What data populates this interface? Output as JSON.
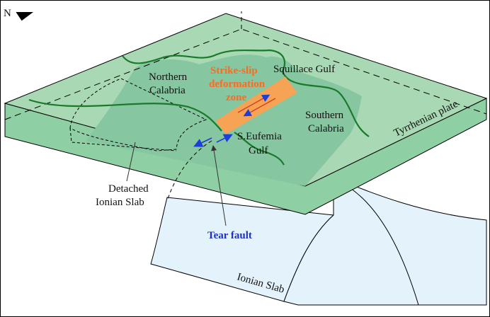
{
  "north_label": "N",
  "labels": {
    "northern_calabria": [
      "Northern",
      "Calabria"
    ],
    "squillace_gulf": "Squillace Gulf",
    "strike_slip": [
      "Strike-slip",
      "deformation",
      "zone"
    ],
    "southern_calabria": [
      "Southern",
      "Calabria"
    ],
    "s_eufemia": [
      "S.Eufemia",
      "Gulf"
    ],
    "tyrrhenian_plate": "Tyrrhenian plate",
    "detached_slab": [
      "Detached",
      "Ionian Slab"
    ],
    "tear_fault": "Tear fault",
    "ionian_slab": "Ionian Slab"
  },
  "colors": {
    "plate_top": "#a8d9b4",
    "plate_front": "#8fcfa4",
    "land_region": "#86c6a0",
    "coastline": "#1a7a2a",
    "slab": "#e3f2fb",
    "deformation_zone": "#f7a356",
    "strike_slip_text": "#ff6a1f",
    "tear_fault_text": "#1c2fc9",
    "fault_arrows": "#1e3fd6"
  }
}
